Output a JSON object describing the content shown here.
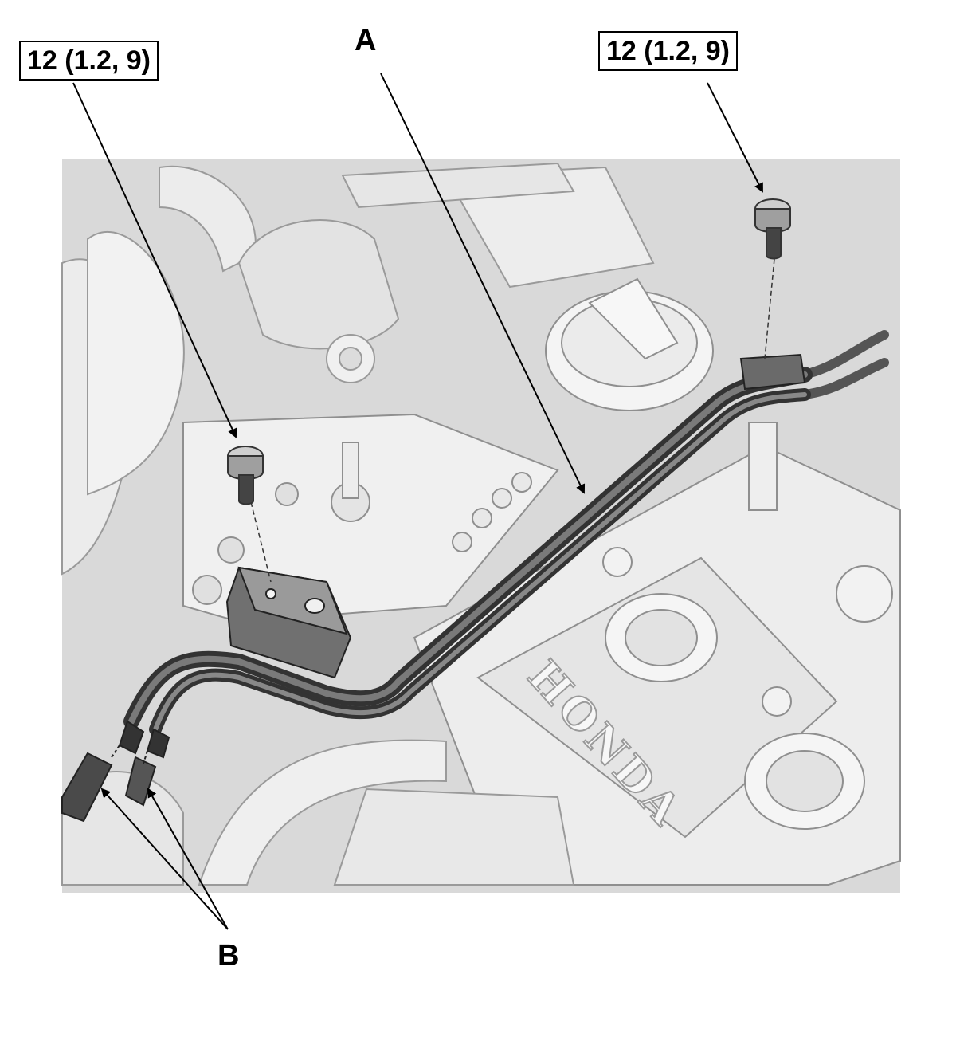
{
  "torque_left": "12 (1.2, 9)",
  "torque_right": "12 (1.2, 9)",
  "label_a": "A",
  "label_b": "B",
  "engraving": "HONDA"
}
